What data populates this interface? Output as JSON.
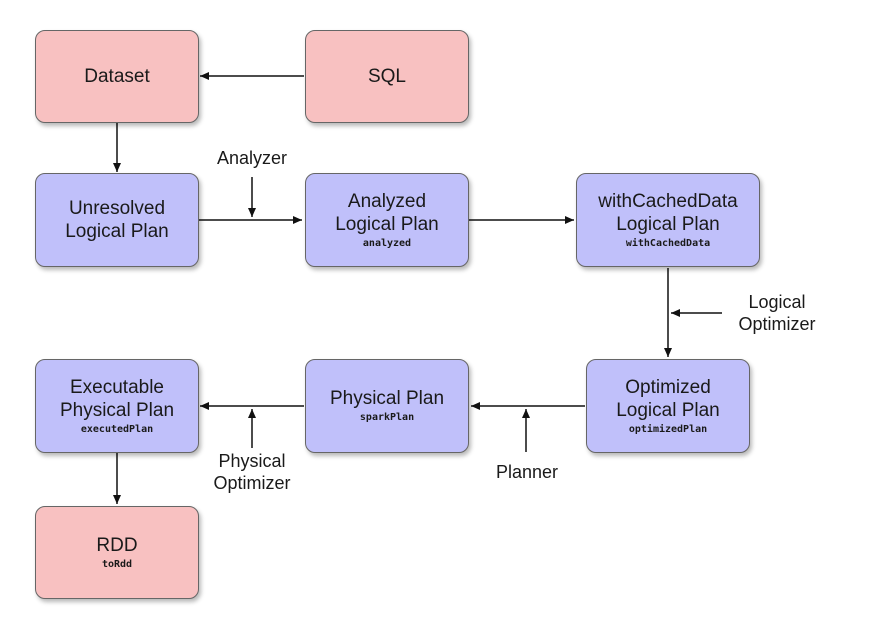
{
  "colors": {
    "source": "#f8c1c1",
    "plan": "#c0c0fa",
    "border": "#666666",
    "edge": "#111111"
  },
  "nodes": {
    "dataset": {
      "title": "Dataset"
    },
    "sql": {
      "title": "SQL"
    },
    "unresolved": {
      "title": "Unresolved\nLogical Plan"
    },
    "analyzed": {
      "title": "Analyzed\nLogical Plan",
      "code": "analyzed"
    },
    "cached": {
      "title": "withCachedData\nLogical Plan",
      "code": "withCachedData"
    },
    "optimized": {
      "title": "Optimized\nLogical Plan",
      "code": "optimizedPlan"
    },
    "physical": {
      "title": "Physical Plan",
      "code": "sparkPlan"
    },
    "executable": {
      "title": "Executable\nPhysical Plan",
      "code": "executedPlan"
    },
    "rdd": {
      "title": "RDD",
      "code": "toRdd"
    }
  },
  "labels": {
    "analyzer": "Analyzer",
    "logical_optimizer": "Logical\nOptimizer",
    "planner": "Planner",
    "physical_optimizer": "Physical\nOptimizer"
  }
}
